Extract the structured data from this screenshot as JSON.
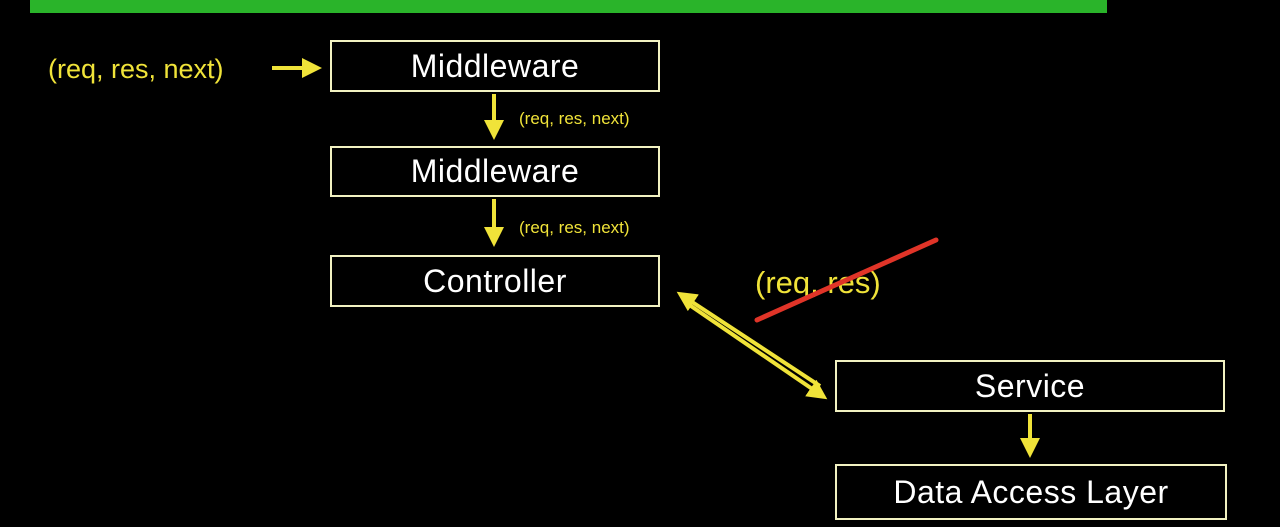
{
  "colors": {
    "background": "#000000",
    "top_bar_green": "#2ab42a",
    "arrow_yellow": "#f0e339",
    "box_border": "#f2f2c2",
    "box_text": "#ffffff",
    "strike_red": "#e03428"
  },
  "diagram": {
    "entry_label": "(req, res, next)",
    "boxes": [
      {
        "label": "Middleware"
      },
      {
        "label": "Middleware"
      },
      {
        "label": "Controller"
      },
      {
        "label": "Service"
      },
      {
        "label": "Data Access Layer"
      }
    ],
    "edge_labels": [
      {
        "label": "(req, res, next)"
      },
      {
        "label": "(req, res, next)"
      },
      {
        "label": "(req, res)",
        "struck_through": true
      }
    ]
  }
}
